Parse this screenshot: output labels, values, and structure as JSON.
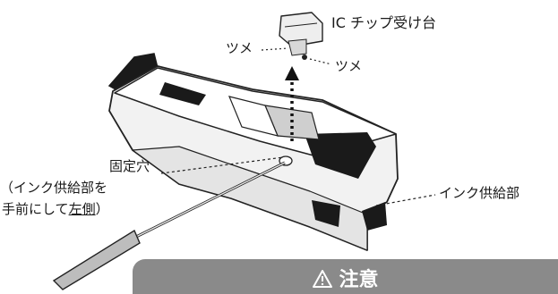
{
  "labels": {
    "ic_chip_holder": "IC チップ受け台",
    "tab_left": "ツメ",
    "tab_right": "ツメ",
    "fixing_hole_line1": "固定穴",
    "fixing_hole_line2": "（インク供給部を",
    "fixing_hole_line3_prefix": "手前にして",
    "fixing_hole_line3_underlined": "左側",
    "fixing_hole_line3_suffix": "）",
    "ink_supply": "インク供給部"
  },
  "caution": {
    "title": "注意",
    "icon": "warning-triangle-icon",
    "background_color": "#8a8a8a"
  }
}
